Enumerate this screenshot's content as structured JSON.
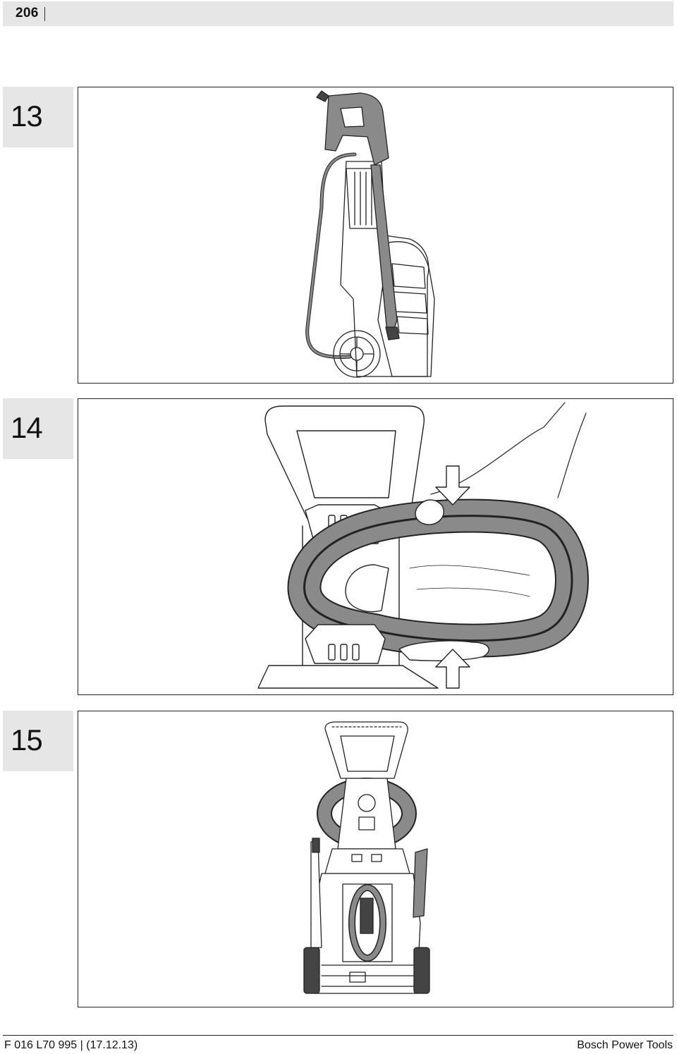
{
  "header": {
    "page_number": "206"
  },
  "steps": [
    {
      "number": "13",
      "figure": "pressure-washer-side-view-with-gun-and-hose"
    },
    {
      "number": "14",
      "figure": "hand-winding-hose-onto-hooks"
    },
    {
      "number": "15",
      "figure": "pressure-washer-rear-view-with-stored-hose"
    }
  ],
  "footer": {
    "doc_code": "F 016 L70 995 | (17.12.13)",
    "brand": "Bosch Power Tools"
  },
  "colors": {
    "label_bg": "#e6e6e6",
    "hose_gray": "#8a8a8a",
    "line": "#222222"
  }
}
